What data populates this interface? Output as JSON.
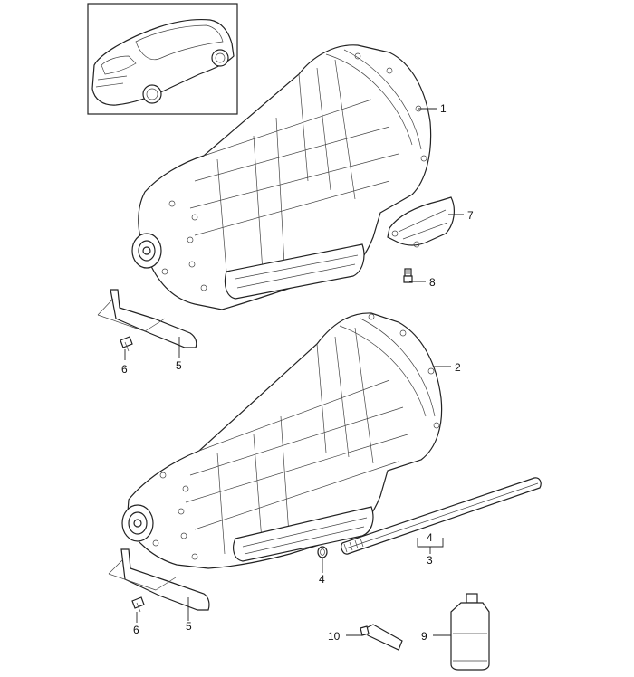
{
  "callouts": {
    "c1": "1",
    "c2": "2",
    "c3": "3",
    "c4a": "4",
    "c4b": "4",
    "c5a": "5",
    "c5b": "5",
    "c6a": "6",
    "c6b": "6",
    "c7": "7",
    "c8": "8",
    "c9": "9",
    "c10": "10"
  }
}
